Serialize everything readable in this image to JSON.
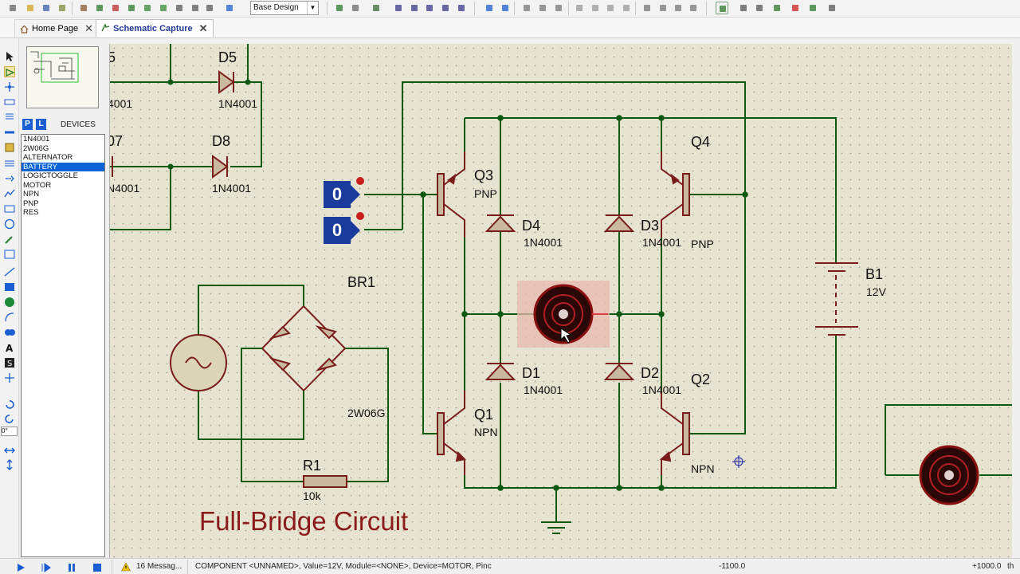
{
  "toolbar": {
    "design_select": "Base Design"
  },
  "tabs": [
    {
      "label": "Home Page"
    },
    {
      "label": "Schematic Capture"
    }
  ],
  "devices": {
    "header": "DEVICES",
    "p_label": "P",
    "l_label": "L",
    "items": [
      "1N4001",
      "2W06G",
      "ALTERNATOR",
      "BATTERY",
      "LOGICTOGGLE",
      "MOTOR",
      "NPN",
      "PNP",
      "RES"
    ],
    "selected": "BATTERY"
  },
  "rotation": "0°",
  "schematic": {
    "title": "Full-Bridge Circuit",
    "logic_toggles": [
      "0",
      "0"
    ],
    "labels": {
      "d5_ref": "D5",
      "d5_val": "1N4001",
      "d8_ref": "D8",
      "d8_val": "1N4001",
      "d6_ref_partial": "5",
      "d6_val_partial": "4001",
      "d7_ref_partial": "07",
      "d7_val_partial": "N4001",
      "q3_ref": "Q3",
      "q3_val": "PNP",
      "q4_ref": "Q4",
      "q4_val": "PNP",
      "q1_ref": "Q1",
      "q1_val": "NPN",
      "q2_ref": "Q2",
      "q2_val": "NPN",
      "d4_ref": "D4",
      "d4_val": "1N4001",
      "d3_ref": "D3",
      "d3_val": "1N4001",
      "d1_ref": "D1",
      "d1_val": "1N4001",
      "d2_ref": "D2",
      "d2_val": "1N4001",
      "b1_ref": "B1",
      "b1_val": "12V",
      "br1_ref": "BR1",
      "br1_val": "2W06G",
      "r1_ref": "R1",
      "r1_val": "10k"
    }
  },
  "status": {
    "messages": "16 Messag...",
    "component_info": "COMPONENT <UNNAMED>, Value=12V, Module=<NONE>, Device=MOTOR, Pinc",
    "coord_x": "-1100.0",
    "coord_y": "+1000.0",
    "unit": "th"
  },
  "colors": {
    "wire": "#0f5a12",
    "component": "#7a1c1c",
    "canvas": "#e6e3d0",
    "selection": "#0a64d8"
  }
}
